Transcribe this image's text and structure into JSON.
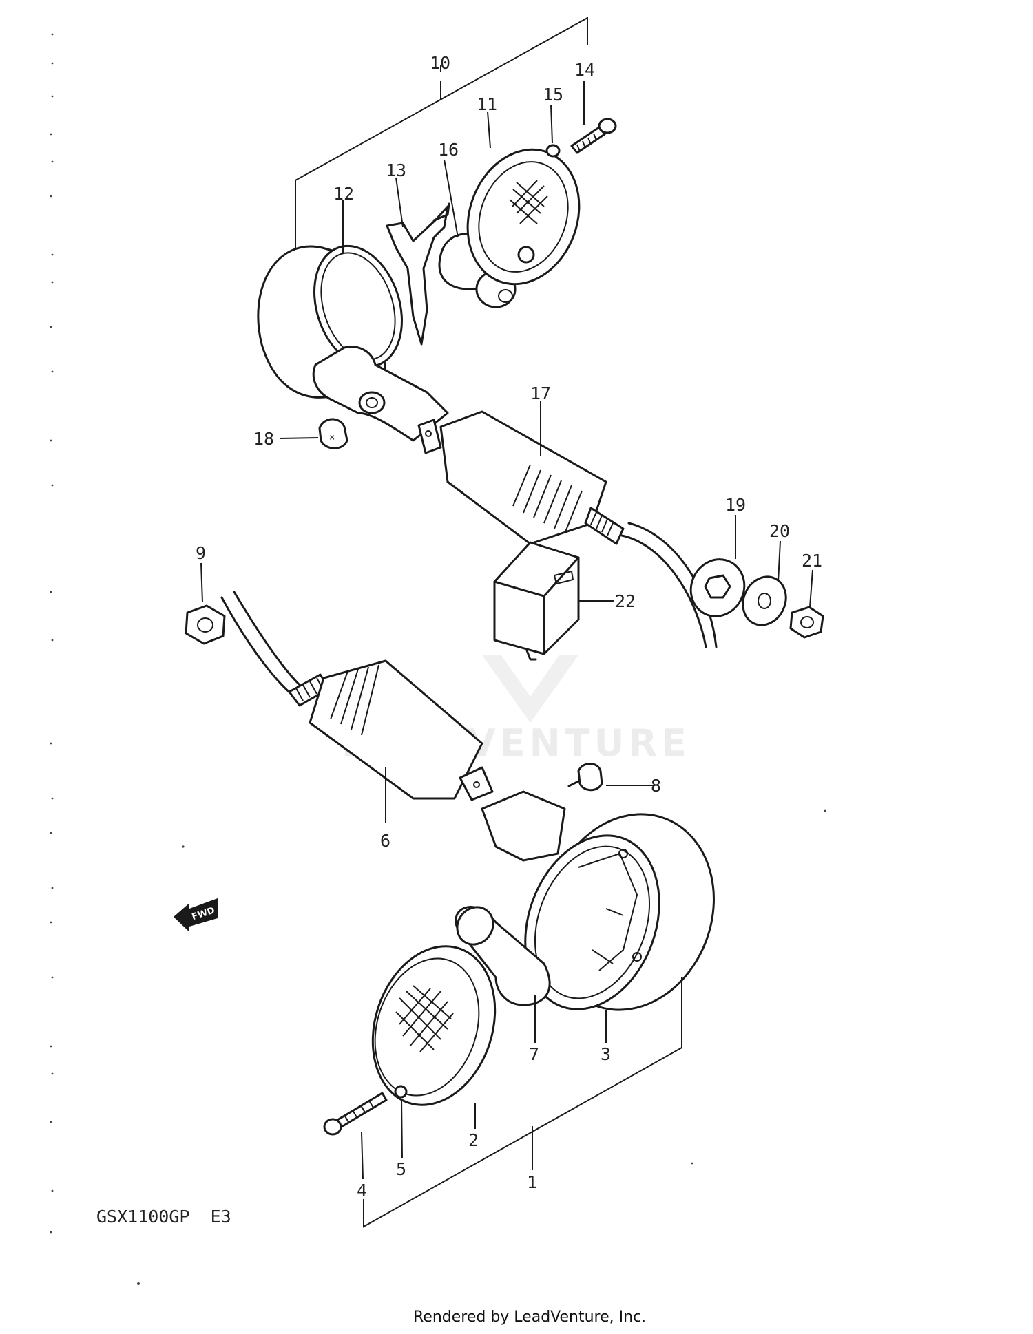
{
  "diagram": {
    "model_code": "GSX1100GP  E3",
    "footer": "Rendered by LeadVenture, Inc.",
    "watermark": "LEADVENTURE",
    "fwd_label": "FWD",
    "callouts": [
      "1",
      "2",
      "3",
      "4",
      "5",
      "6",
      "7",
      "8",
      "9",
      "10",
      "11",
      "12",
      "13",
      "14",
      "15",
      "16",
      "17",
      "18",
      "19",
      "20",
      "21",
      "22"
    ]
  }
}
